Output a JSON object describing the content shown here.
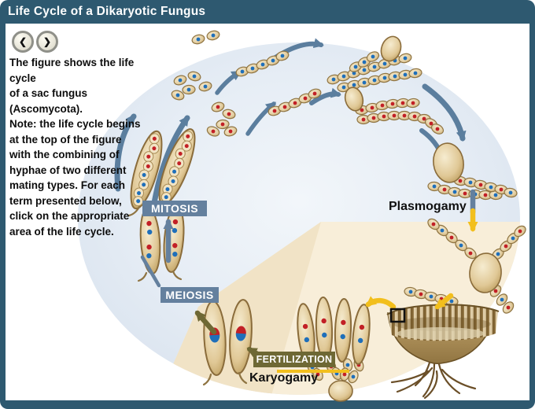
{
  "window": {
    "title": "Life Cycle of a Dikaryotic Fungus"
  },
  "nav": {
    "prev": "❮",
    "next": "❯"
  },
  "description": {
    "text": "The figure shows the life cycle\nof a sac fungus (Ascomycota).\nNote: the life cycle begins\nat the top of  the figure\nwith the combining of\nhyphae of two different\nmating types. For each\nterm presented below,\nclick on the appropriate\narea of the life cycle."
  },
  "diagram_labels": {
    "mitosis": "MITOSIS",
    "meiosis": "MEIOSIS",
    "fertilization": "FERTILIZATION",
    "karyogamy": "Karyogamy",
    "plasmogamy": "Plasmogamy"
  },
  "colors": {
    "frame_teal": "#2e5970",
    "label_slate": "#64809e",
    "label_olive": "#6e6834",
    "arrow_steel": "#5b7e9e",
    "arrow_yellow": "#f2bf1d",
    "nucleus_red": "#c22026",
    "nucleus_blue": "#1f6fba",
    "cycle_circle": "#e2eaf3",
    "wedge_tan": "#f4e7cc"
  }
}
